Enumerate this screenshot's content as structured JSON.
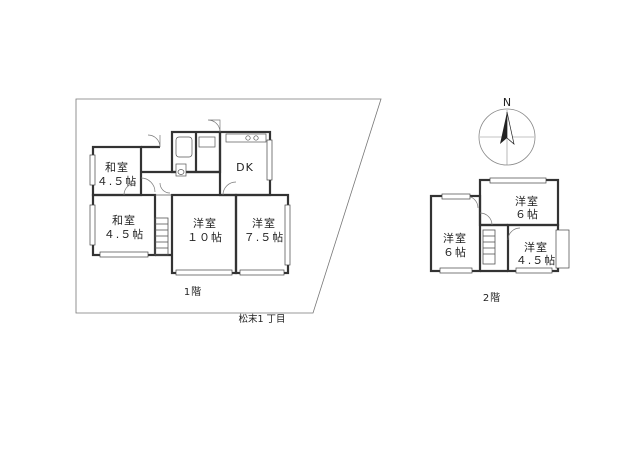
{
  "floor1": {
    "label": "1階",
    "rooms": [
      {
        "line1": "和室",
        "line2": "４.５帖"
      },
      {
        "line1": "和室",
        "line2": "４.５帖"
      },
      {
        "line1": "洋室",
        "line2": "１０帖"
      },
      {
        "line1": "洋室",
        "line2": "７.５帖"
      },
      {
        "line1": "DK",
        "line2": ""
      }
    ]
  },
  "floor2": {
    "label": "2階",
    "rooms": [
      {
        "line1": "洋室",
        "line2": "６帖"
      },
      {
        "line1": "洋室",
        "line2": "６帖"
      },
      {
        "line1": "洋室",
        "line2": "４.５帖"
      }
    ]
  },
  "address": "松末1 丁目",
  "compass": {
    "label": "N"
  },
  "icons": [
    "north-arrow-icon",
    "stair-icon",
    "toilet-icon",
    "bathtub-icon",
    "kitchen-counter-icon"
  ]
}
